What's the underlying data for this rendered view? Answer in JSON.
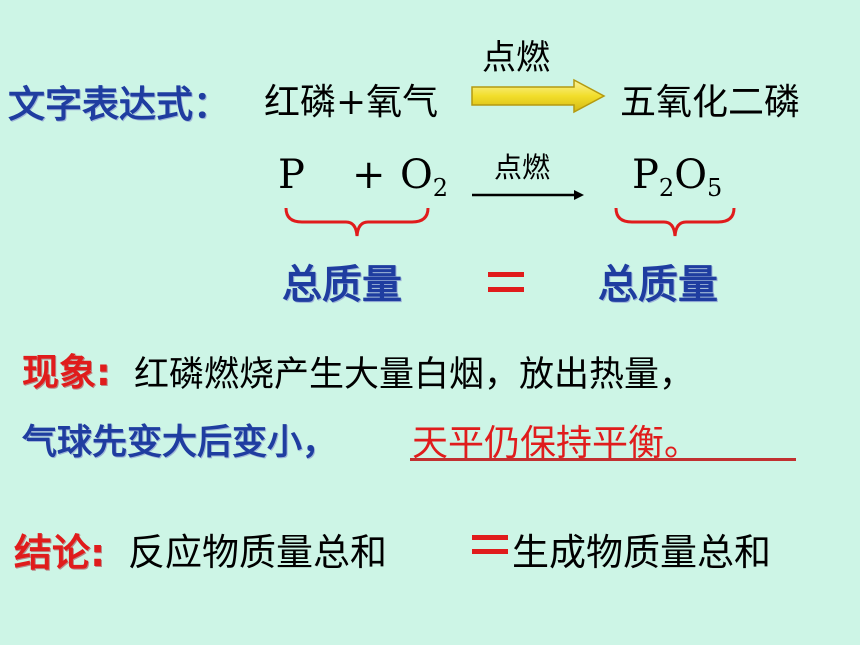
{
  "word_equation": {
    "label": "文字表达式",
    "colon": "：",
    "reactants": "红磷+氧气",
    "condition": "点燃",
    "product": "五氧化二磷"
  },
  "formula_equation": {
    "reactant1": "P",
    "plus": "+",
    "reactant2_base": "O",
    "reactant2_sub": "2",
    "condition": "点燃",
    "product_p": "P",
    "product_p_sub": "2",
    "product_o": "O",
    "product_o_sub": "5"
  },
  "mass_comparison": {
    "left": "总质量",
    "right": "总质量"
  },
  "phenomenon": {
    "label": "现象",
    "colon": ":",
    "line1": "红磷燃烧产生大量白烟，放出热量，",
    "line2_part1": "气球先变大后变小，",
    "line2_part2": "天平仍保持平衡。"
  },
  "conclusion": {
    "label": "结论",
    "colon": ":",
    "text_left": "反应物质量总和",
    "text_right": "生成物质量总和"
  },
  "colors": {
    "background": "#cdf5e6",
    "blue": "#1f3da0",
    "red": "#e01c1c",
    "arrow_yellow": "#f5e63a"
  }
}
